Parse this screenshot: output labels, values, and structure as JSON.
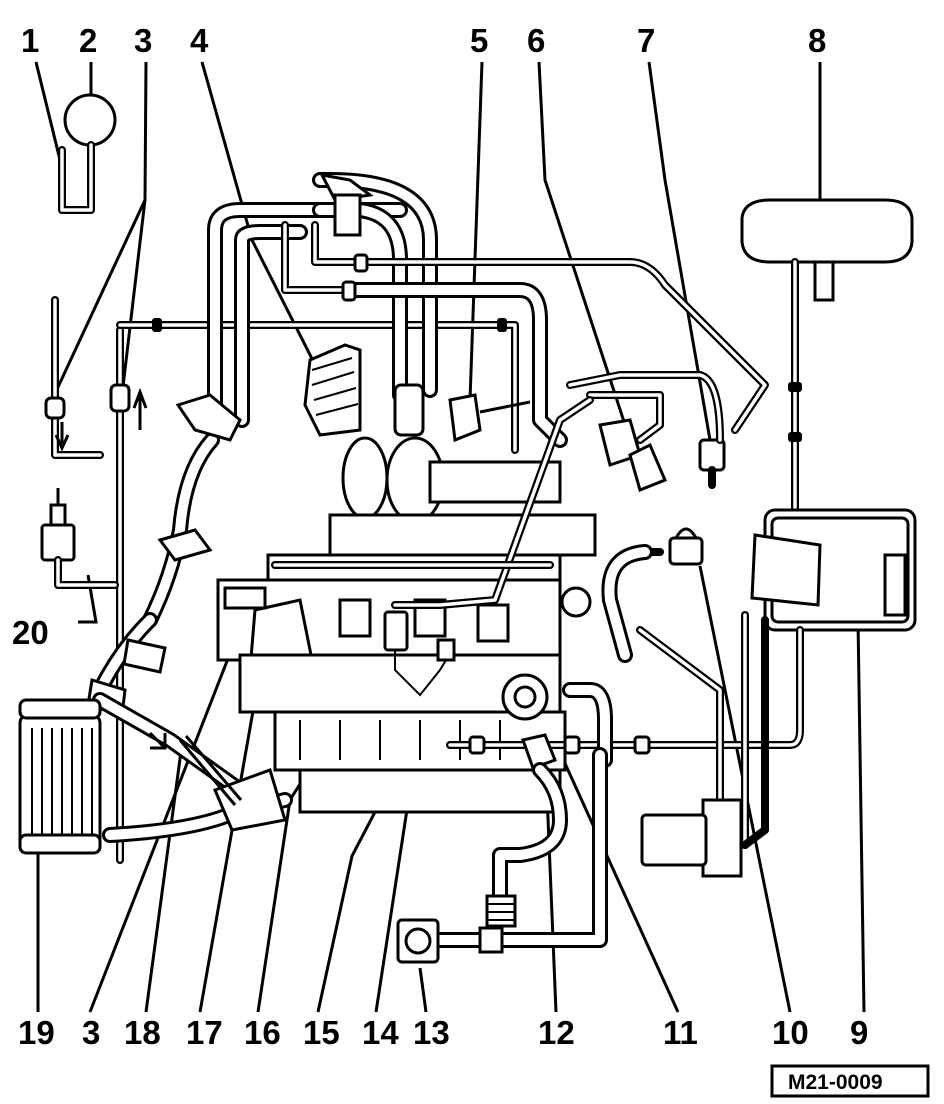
{
  "reference_code": "M21-0009",
  "callouts_top": [
    "1",
    "2",
    "3",
    "4",
    "5",
    "6",
    "7",
    "8"
  ],
  "callouts_bottom": [
    "19",
    "3",
    "18",
    "17",
    "16",
    "15",
    "14",
    "13",
    "12",
    "11",
    "10",
    "9"
  ],
  "callout_left": "20"
}
